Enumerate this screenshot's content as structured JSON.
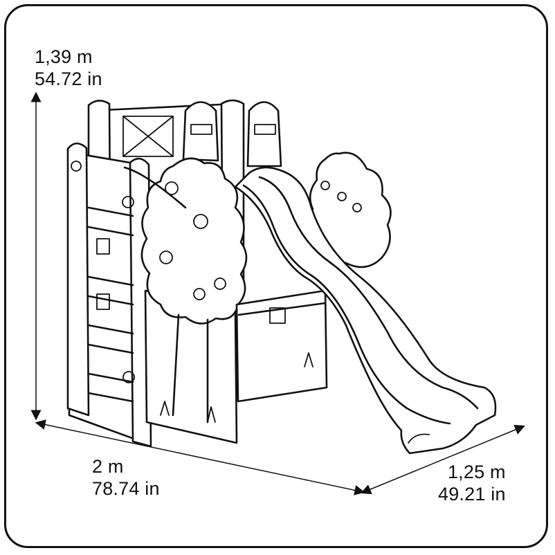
{
  "dimensions": {
    "height": {
      "metric": "1,39 m",
      "imperial": "54.72 in"
    },
    "width": {
      "metric": "2 m",
      "imperial": "78.74 in"
    },
    "depth": {
      "metric": "1,25 m",
      "imperial": "49.21 in"
    }
  },
  "colors": {
    "line": "#111111",
    "background": "#ffffff"
  }
}
